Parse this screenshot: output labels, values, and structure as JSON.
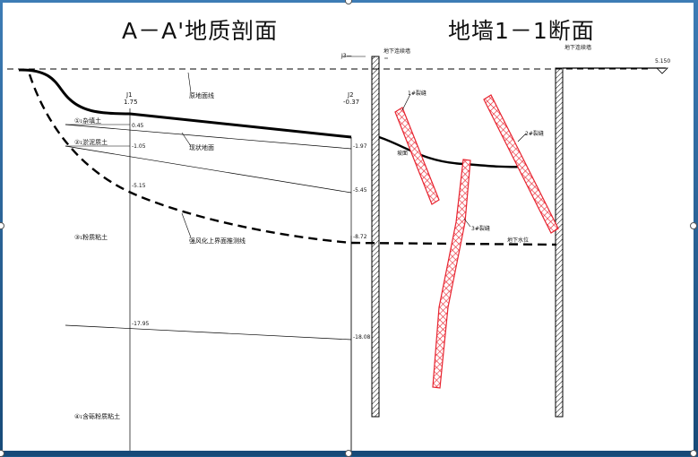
{
  "titles": {
    "left": "A－A'地质剖面",
    "right": "地墙1－1断面"
  },
  "boreholes": [
    {
      "name": "J1",
      "elevation": "1.75"
    },
    {
      "name": "J2",
      "elevation": "-0.37"
    }
  ],
  "strata": [
    {
      "label": "①₁杂填土",
      "top_depth": "0.45"
    },
    {
      "label": "②₁淤泥质土",
      "top_depth": "-1.05"
    },
    {
      "label": "③₁粉质粘土",
      "top_depth": "-5.15"
    },
    {
      "label": "④₁含砾粉质粘土",
      "top_depth": "-17.95"
    }
  ],
  "annotations": {
    "ground_line": "原地面线",
    "fill_line": "现状地面",
    "bedrock_line": "强风化上界面推测线",
    "wall_note_left": "地下连续墙",
    "wall_note_right": "地下连续墙",
    "crack_1": "1#裂缝",
    "crack_2": "2#裂缝",
    "crack_3": "3#裂缝",
    "slope_label": "坡面",
    "groundwater": "地下水位",
    "elevation_right": "5.150",
    "marker_top": "J3—",
    "j2_depth_1": "-1.97",
    "j2_depth_2": "-5.45",
    "j2_depth_3": "-8.72",
    "j2_depth_4": "-18.08"
  },
  "colors": {
    "crack": "#e8232f",
    "line": "#000000"
  }
}
